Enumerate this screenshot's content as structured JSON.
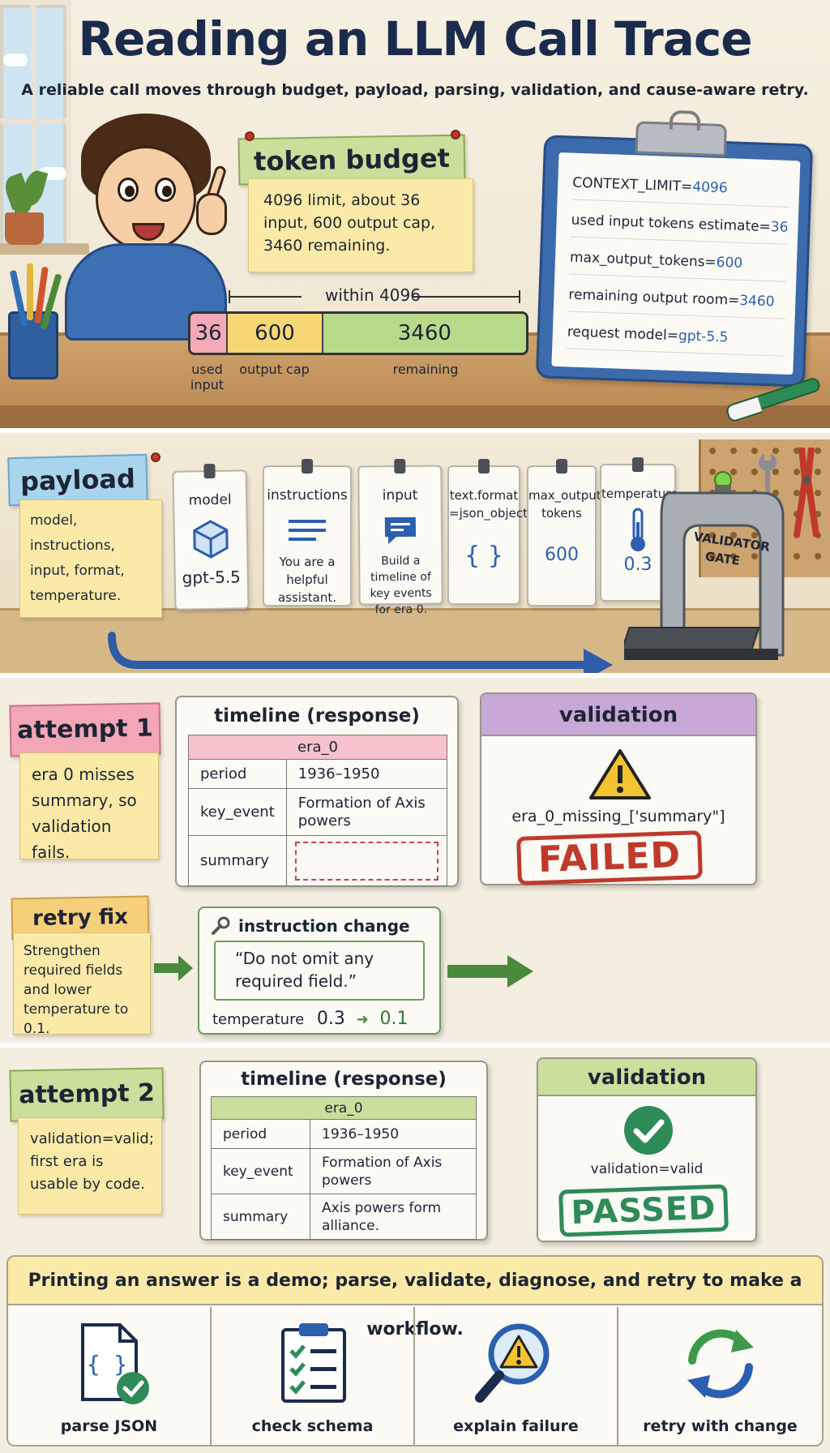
{
  "header": {
    "title": "Reading an LLM Call Trace",
    "subtitle": "A reliable call moves through budget, payload, parsing, validation, and cause-aware retry."
  },
  "budget": {
    "title": "token budget",
    "note": "4096 limit, about 36 input, 600 output cap, 3460 remaining.",
    "range_label": "within 4096",
    "context_limit": 4096,
    "segments": [
      {
        "value": "36",
        "label": "used input",
        "amount": 36,
        "color": "#f3a9b8"
      },
      {
        "value": "600",
        "label": "output cap",
        "amount": 600,
        "color": "#f7d774"
      },
      {
        "value": "3460",
        "label": "remaining",
        "amount": 3460,
        "color": "#b9d98a"
      }
    ]
  },
  "clipboard": {
    "rows": [
      {
        "key": "CONTEXT_LIMIT=",
        "value": "4096"
      },
      {
        "key": "used input tokens estimate=",
        "value": "36"
      },
      {
        "key": "max_output_tokens=",
        "value": "600"
      },
      {
        "key": "remaining output room=",
        "value": "3460"
      },
      {
        "key": "request model=",
        "value": "gpt-5.5"
      }
    ]
  },
  "payload": {
    "title": "payload",
    "note": "model, instructions, input, format, temperature.",
    "cards": {
      "model": {
        "title": "model",
        "value": "gpt-5.5",
        "icon": "cube-icon"
      },
      "instructions": {
        "title": "instructions",
        "value": "You are a helpful assistant.",
        "icon": "lines-icon"
      },
      "input": {
        "title": "input",
        "value": "Build a timeline of key events for era 0.",
        "icon": "chat-icon"
      },
      "format": {
        "title": "text.format =json_object",
        "value": "{ }",
        "icon": "braces-icon"
      },
      "max_tokens": {
        "title": "max_output_ tokens",
        "value": "600"
      },
      "temperature": {
        "title": "temperature",
        "value": "0.3",
        "icon": "thermometer-icon"
      }
    },
    "gate_label": "VALIDATOR GATE"
  },
  "attempt1": {
    "title": "attempt 1",
    "note": "era 0 misses summary, so validation fails.",
    "response": {
      "title": "timeline (response)",
      "era": "era_0",
      "rows": [
        {
          "key": "period",
          "value": "1936–1950"
        },
        {
          "key": "key_event",
          "value": "Formation of Axis powers"
        },
        {
          "key": "summary",
          "value": ""
        }
      ]
    },
    "validation": {
      "title": "validation",
      "message": "era_0_missing_['summary\"]",
      "stamp": "FAILED"
    }
  },
  "retry": {
    "title": "retry fix",
    "note": "Strengthen required fields and lower temperature to 0.1.",
    "change_title": "instruction change",
    "quote": "“Do not omit any required field.”",
    "temp_label": "temperature",
    "temp_from": "0.3",
    "temp_to": "0.1"
  },
  "attempt2": {
    "title": "attempt 2",
    "note": "validation=valid; first era is usable by code.",
    "response": {
      "title": "timeline (response)",
      "era": "era_0",
      "rows": [
        {
          "key": "period",
          "value": "1936–1950"
        },
        {
          "key": "key_event",
          "value": "Formation of Axis powers"
        },
        {
          "key": "summary",
          "value": "Axis powers form alliance."
        }
      ]
    },
    "validation": {
      "title": "validation",
      "message": "validation=valid",
      "stamp": "PASSED"
    }
  },
  "bottom": {
    "banner": "Printing an answer is a demo; parse, validate, diagnose, and retry to make a workflow.",
    "steps": [
      {
        "label": "parse JSON",
        "icon": "json-file-icon"
      },
      {
        "label": "check schema",
        "icon": "checklist-icon"
      },
      {
        "label": "explain failure",
        "icon": "magnifier-warning-icon"
      },
      {
        "label": "retry with change",
        "icon": "retry-arrows-icon"
      }
    ]
  },
  "colors": {
    "title": "#1a2b4c",
    "accent_blue": "#2b5fb0",
    "fail_red": "#c0392b",
    "pass_green": "#2e8b57",
    "warning_yellow": "#f4c430"
  }
}
